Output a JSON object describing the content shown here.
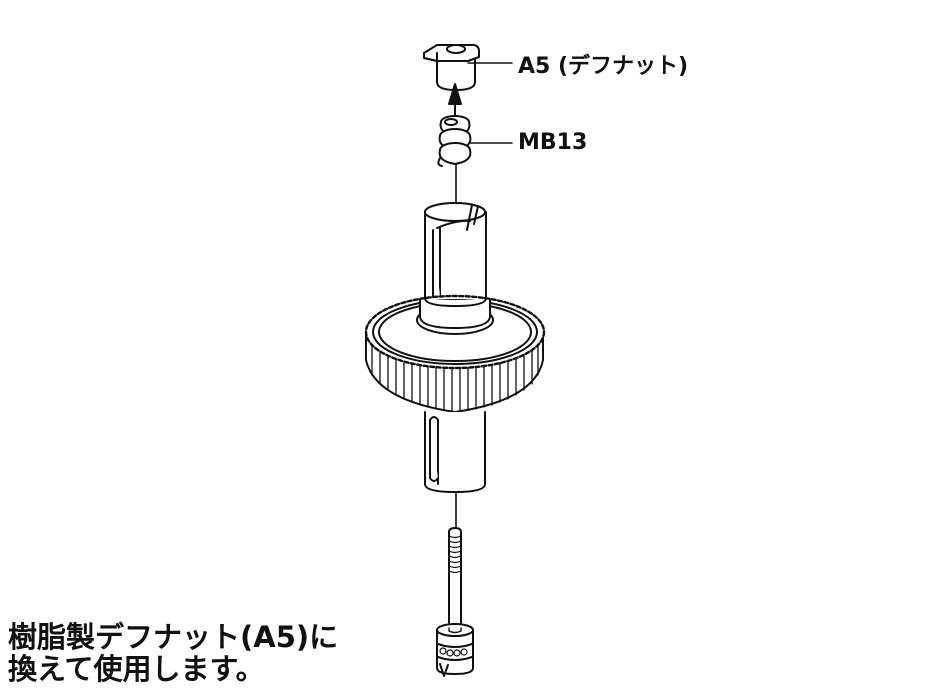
{
  "diagram": {
    "type": "exploded-assembly-view",
    "parts": [
      {
        "id": "A5",
        "label": "A5 (デフナット)",
        "description": "differential nut (resin)"
      },
      {
        "id": "MB13",
        "label": "MB13",
        "description": "coil spring"
      },
      {
        "id": "gear",
        "label": "",
        "description": "spur gear with slotted cup shafts"
      },
      {
        "id": "bolt",
        "label": "",
        "description": "diff shaft screw with thrust bearing"
      }
    ],
    "callouts": {
      "a5": "A5 (デフナット)",
      "mb13": "MB13"
    },
    "note": {
      "line1": "樹脂製デフナット(A5)に",
      "line2": "換えて使用します。"
    },
    "colors": {
      "line": "#111111",
      "background": "#ffffff"
    }
  }
}
